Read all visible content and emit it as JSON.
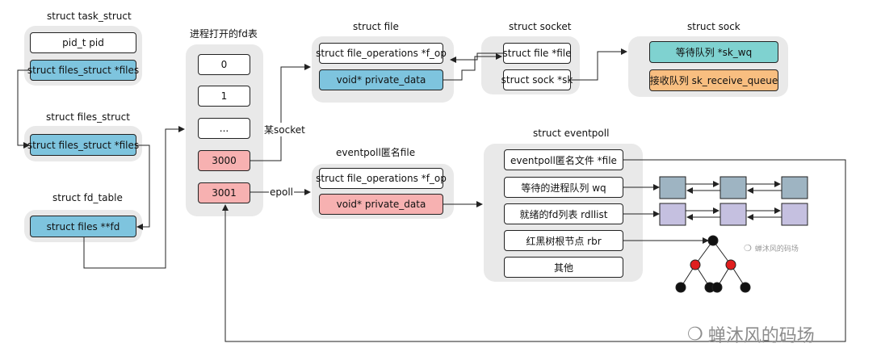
{
  "task_struct": {
    "title": "struct task_struct",
    "field1": "pid_t pid",
    "field2": "struct files_struct *files"
  },
  "files_struct": {
    "title": "struct files_struct",
    "field": "struct files_struct *files"
  },
  "fd_table": {
    "title": "struct fd_table",
    "field": "struct files **fd"
  },
  "fd_list": {
    "title": "进程打开的fd表",
    "items": [
      "0",
      "1",
      "...",
      "3000",
      "3001"
    ]
  },
  "edge_labels": {
    "socket": "某socket",
    "epoll": "epoll"
  },
  "struct_file": {
    "title": "struct file",
    "f_op": "struct file_operations *f_op",
    "private_data": "void* private_data"
  },
  "struct_socket": {
    "title": "struct socket",
    "file": "struct file *file",
    "sk": "struct sock *sk"
  },
  "struct_sock": {
    "title": "struct sock",
    "wq": "等待队列 *sk_wq",
    "receive_queue": "接收队列 sk_receive_queue"
  },
  "eventpoll_file": {
    "title": "eventpoll匿名file",
    "f_op": "struct file_operations *f_op",
    "private_data": "void* private_data"
  },
  "eventpoll": {
    "title": "struct eventpoll",
    "file": "eventpoll匿名文件 *file",
    "wq": "等待的进程队列 wq",
    "rdllist": "就绪的fd列表 rdllist",
    "rbr": "红黑树根节点 rbr",
    "other": "其他"
  },
  "watermark": {
    "text": "蝉沐风的码场",
    "small": "蝉沐风的码场"
  },
  "colors": {
    "blue": "#7ec4de",
    "red": "#f7b1b1",
    "teal": "#7fd2d0",
    "orange": "#f8be80",
    "group_bg": "#e9e9e9",
    "wq_node": "#9eb4c2",
    "rdl_node": "#c5c0e0",
    "tree_red": "#e01e1e"
  }
}
